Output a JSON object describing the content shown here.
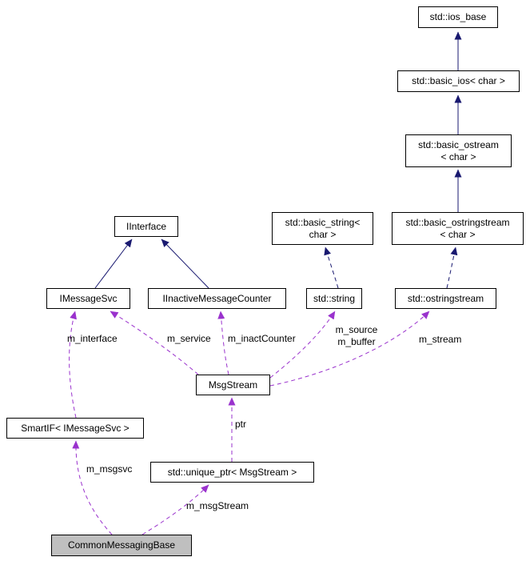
{
  "diagram": {
    "kind": "collaboration-graph",
    "colors": {
      "inheritance_edge": "#191970",
      "usage_edge": "#9a32cd",
      "box_border": "#000000",
      "box_fill": "#ffffff",
      "highlight_fill": "#bfbfbf",
      "background": "#ffffff",
      "text": "#000000"
    },
    "nodes": {
      "ios_base": {
        "label": "std::ios_base"
      },
      "basic_ios": {
        "label": "std::basic_ios< char >"
      },
      "basic_ostream": {
        "lines": [
          "std::basic_ostream",
          "< char >"
        ]
      },
      "basic_ostringstream": {
        "lines": [
          "std::basic_ostringstream",
          "< char >"
        ]
      },
      "basic_string": {
        "lines": [
          "std::basic_string<",
          "char >"
        ]
      },
      "iinterface": {
        "label": "IInterface"
      },
      "imessagesvc": {
        "label": "IMessageSvc"
      },
      "iinactive_message_counter": {
        "label": "IInactiveMessageCounter"
      },
      "string": {
        "label": "std::string"
      },
      "ostringstream": {
        "label": "std::ostringstream"
      },
      "msgstream": {
        "label": "MsgStream"
      },
      "smartif": {
        "label": "SmartIF< IMessageSvc >"
      },
      "unique_ptr": {
        "label": "std::unique_ptr< MsgStream >"
      },
      "common_messaging_base": {
        "label": "CommonMessagingBase",
        "highlighted": true
      }
    },
    "edge_labels": {
      "m_interface": "m_interface",
      "m_service": "m_service",
      "m_inact_counter": "m_inactCounter",
      "m_source": "m_source",
      "m_buffer": "m_buffer",
      "m_stream": "m_stream",
      "ptr": "ptr",
      "m_msgsvc": "m_msgsvc",
      "m_msg_stream": "m_msgStream"
    },
    "relationships": [
      {
        "from": "std::basic_ios< char >",
        "to": "std::ios_base",
        "type": "inheritance"
      },
      {
        "from": "std::basic_ostream< char >",
        "to": "std::basic_ios< char >",
        "type": "inheritance"
      },
      {
        "from": "std::basic_ostringstream< char >",
        "to": "std::basic_ostream< char >",
        "type": "inheritance"
      },
      {
        "from": "IMessageSvc",
        "to": "IInterface",
        "type": "inheritance"
      },
      {
        "from": "IInactiveMessageCounter",
        "to": "IInterface",
        "type": "inheritance"
      },
      {
        "from": "std::string",
        "to": "std::basic_string< char >",
        "type": "inheritance-dashed"
      },
      {
        "from": "std::ostringstream",
        "to": "std::basic_ostringstream< char >",
        "type": "inheritance-dashed"
      },
      {
        "from": "MsgStream",
        "to": "IMessageSvc",
        "type": "usage",
        "label": "m_service"
      },
      {
        "from": "MsgStream",
        "to": "IInactiveMessageCounter",
        "type": "usage",
        "label": "m_inactCounter"
      },
      {
        "from": "MsgStream",
        "to": "std::string",
        "type": "usage",
        "label": "m_source m_buffer"
      },
      {
        "from": "MsgStream",
        "to": "std::ostringstream",
        "type": "usage",
        "label": "m_stream"
      },
      {
        "from": "SmartIF< IMessageSvc >",
        "to": "IMessageSvc",
        "type": "usage",
        "label": "m_interface"
      },
      {
        "from": "std::unique_ptr< MsgStream >",
        "to": "MsgStream",
        "type": "usage",
        "label": "ptr"
      },
      {
        "from": "CommonMessagingBase",
        "to": "SmartIF< IMessageSvc >",
        "type": "usage",
        "label": "m_msgsvc"
      },
      {
        "from": "CommonMessagingBase",
        "to": "std::unique_ptr< MsgStream >",
        "type": "usage",
        "label": "m_msgStream"
      }
    ]
  }
}
